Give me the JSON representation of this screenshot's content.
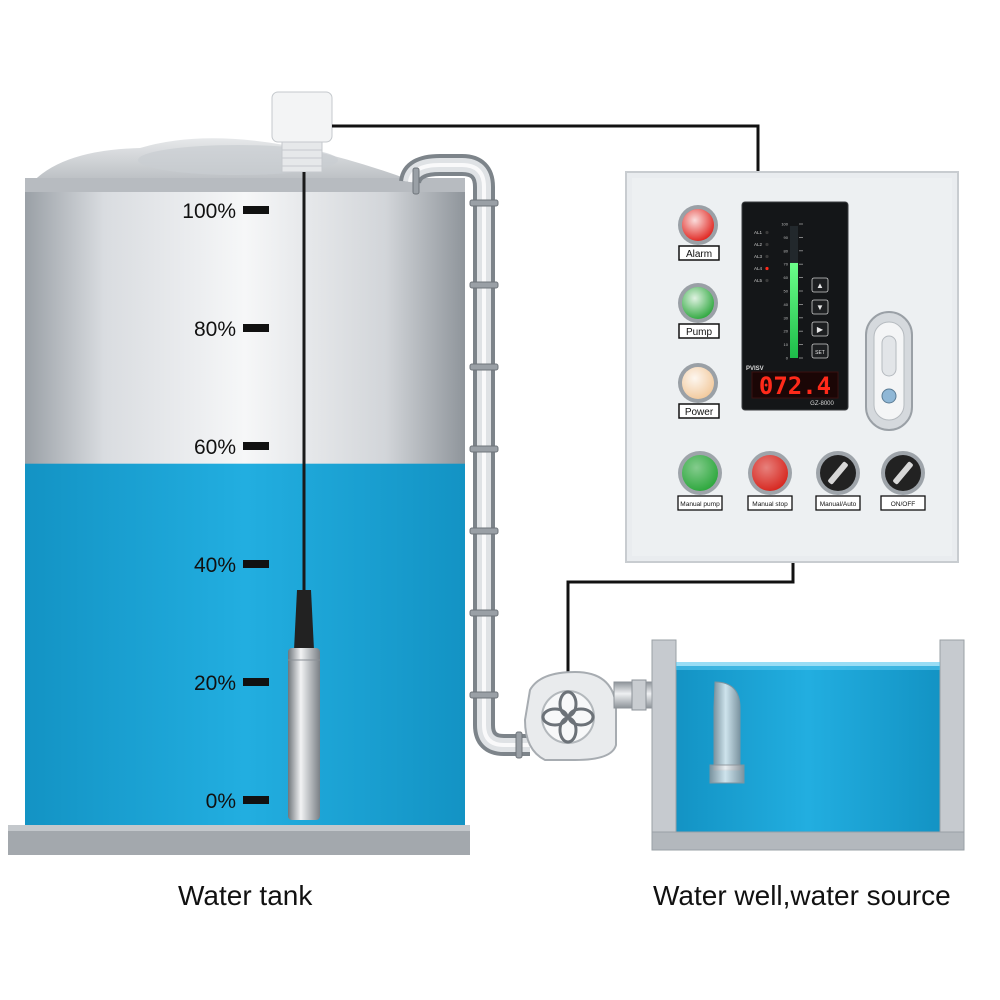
{
  "tank": {
    "level_percent": 57,
    "scale_labels": [
      "100%",
      "80%",
      "60%",
      "40%",
      "20%",
      "0%"
    ],
    "caption": "Water tank"
  },
  "well": {
    "caption": "Water well,water source"
  },
  "panel": {
    "indicators": [
      {
        "label": "Alarm",
        "color": "#e0201a"
      },
      {
        "label": "Pump",
        "color": "#2aa63a"
      },
      {
        "label": "Power",
        "color": "#f2c89a"
      }
    ],
    "buttons": [
      {
        "label": "Manual pump",
        "color": "#2aa63a"
      },
      {
        "label": "Manual stop",
        "color": "#d6241c"
      },
      {
        "label": "Manual/Auto",
        "color": "#222222"
      },
      {
        "label": "ON/OFF",
        "color": "#222222"
      }
    ],
    "meter": {
      "brand": "PVISV",
      "model": "GZ-8000",
      "reading": "072.4",
      "bar_percent": 72,
      "alarm_labels": [
        "AL1",
        "AL2",
        "AL3",
        "AL4",
        "AL5"
      ],
      "scale_ticks": [
        "100",
        "90",
        "80",
        "70",
        "60",
        "50",
        "40",
        "30",
        "20",
        "10",
        "0"
      ],
      "keys": [
        "▲",
        "▼",
        "▶",
        "SET"
      ]
    }
  },
  "colors": {
    "water": "#1aa3d6",
    "wire": "#111111",
    "pipe": "#b9bec4"
  }
}
